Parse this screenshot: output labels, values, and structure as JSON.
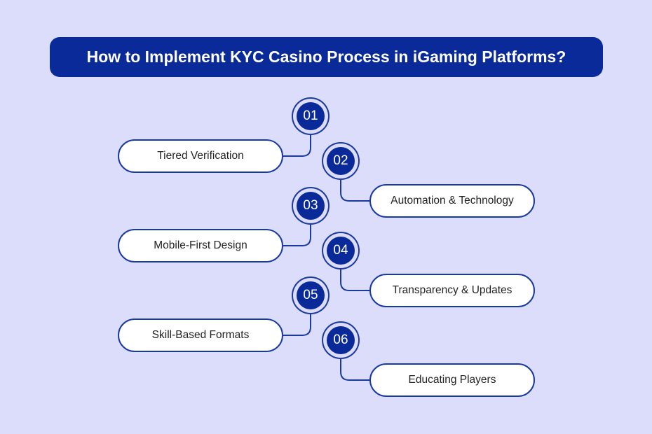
{
  "title": "How to Implement KYC Casino Process in iGaming Platforms?",
  "steps": [
    {
      "number": "01",
      "label": "Tiered Verification"
    },
    {
      "number": "02",
      "label": "Automation & Technology"
    },
    {
      "number": "03",
      "label": "Mobile-First Design"
    },
    {
      "number": "04",
      "label": "Transparency & Updates"
    },
    {
      "number": "05",
      "label": "Skill-Based Formats"
    },
    {
      "number": "06",
      "label": "Educating Players"
    }
  ],
  "colors": {
    "background": "#dcdcfb",
    "accent": "#0a2a9a"
  }
}
